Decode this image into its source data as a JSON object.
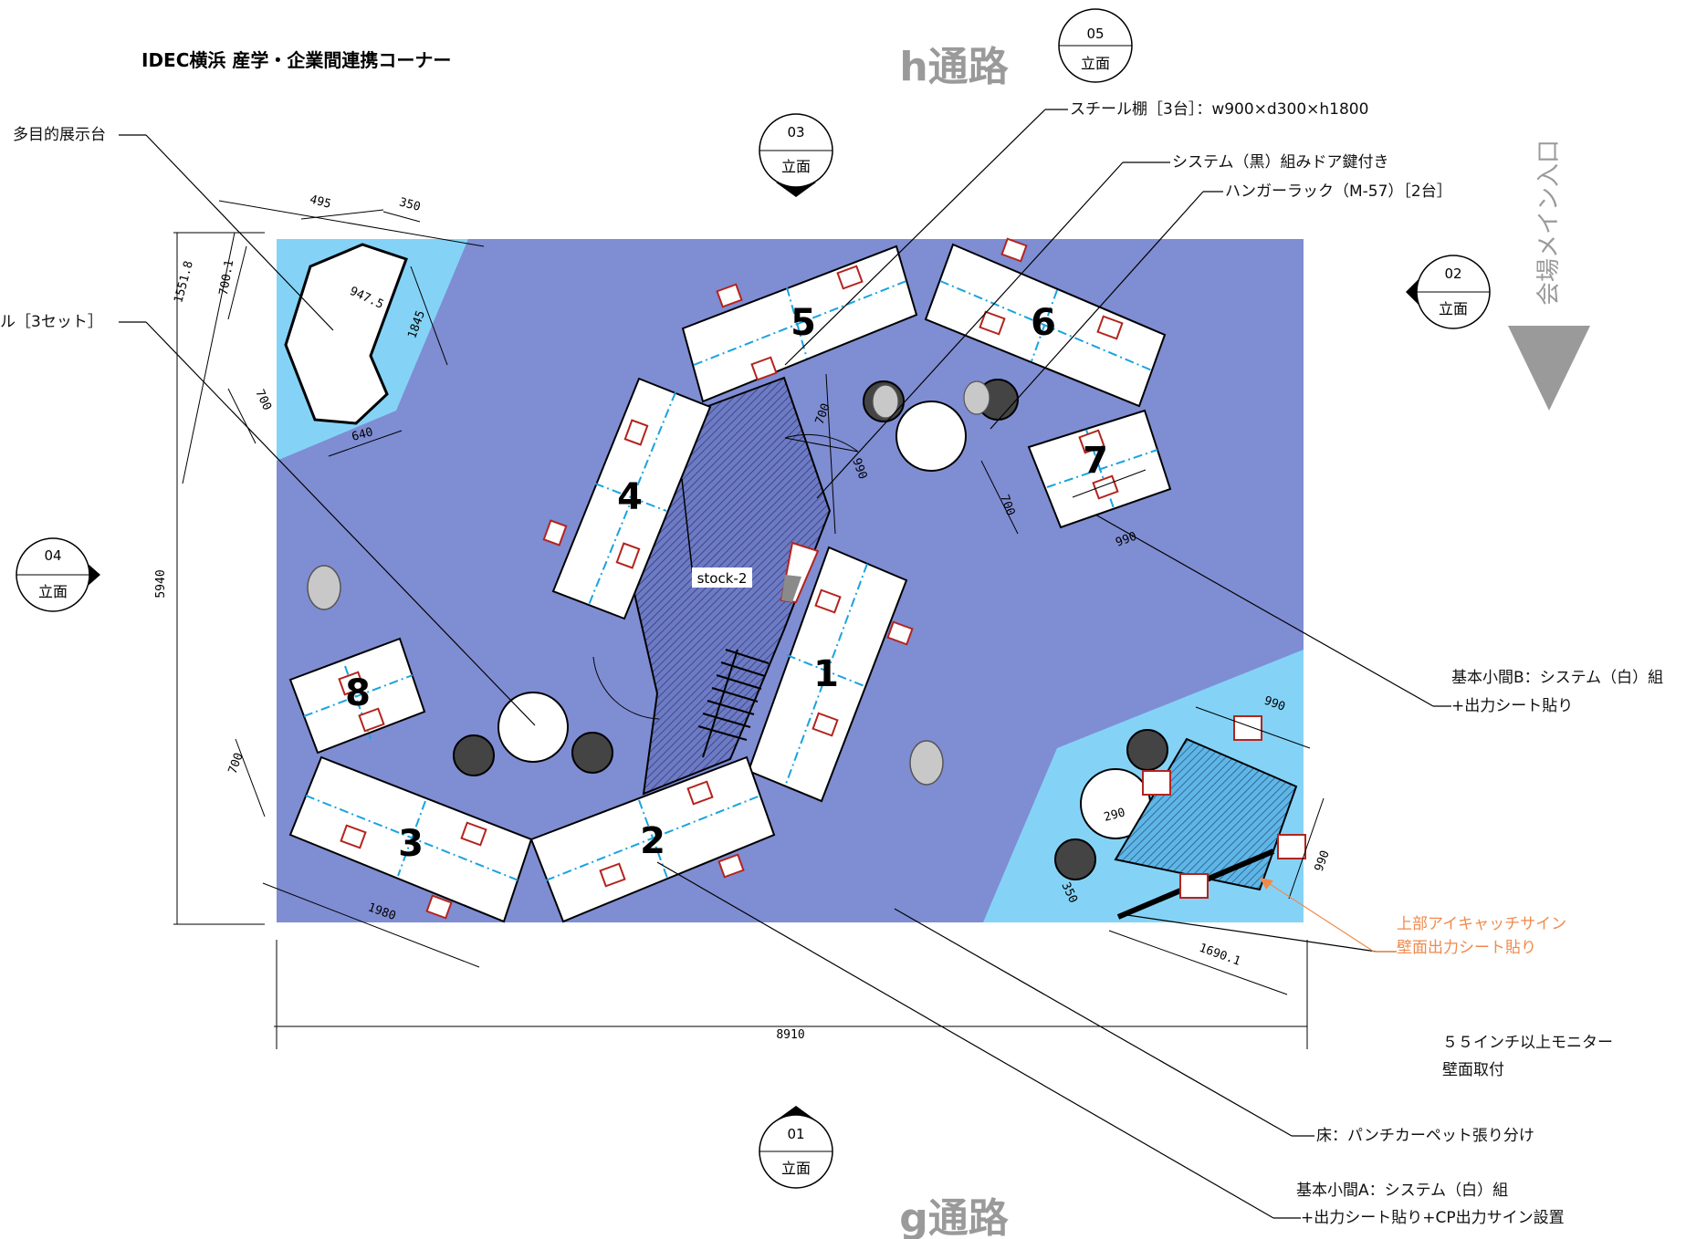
{
  "title": "IDEC横浜 産学・企業間連携コーナー",
  "roads": {
    "top": "h通路",
    "bottom": "g通路"
  },
  "entrance": "会場メイン入口",
  "elevation_markers": [
    {
      "id": "05",
      "label": "立面"
    },
    {
      "id": "03",
      "label": "立面"
    },
    {
      "id": "02",
      "label": "立面"
    },
    {
      "id": "04",
      "label": "立面"
    },
    {
      "id": "01",
      "label": "立面"
    }
  ],
  "booths": [
    "1",
    "2",
    "3",
    "4",
    "5",
    "6",
    "7",
    "8"
  ],
  "stock_label": "stock-2",
  "callouts": {
    "left_top": "多目的展示台",
    "left_mid": "ル［3セット］",
    "steel_shelf": "スチール棚［3台］：w900×d300×h1800",
    "system_black": "システム（黒）組みドア鍵付き",
    "hanger": "ハンガーラック（M-57）［2台］",
    "booth_b_1": "基本小間B：システム（白）組",
    "booth_b_2": "+出力シート貼り",
    "eyecatch_1": "上部アイキャッチサイン",
    "eyecatch_2": "壁面出力シート貼り",
    "monitor_1": "５５インチ以上モニター",
    "monitor_2": "壁面取付",
    "floor": "床：パンチカーペット張り分け",
    "booth_a_1": "基本小間A：システム（白）組",
    "booth_a_2": "+出力シート貼り+CP出力サイン設置"
  },
  "dimensions": {
    "total_width": "8910",
    "total_height": "5940",
    "corner_h": "1551.8",
    "d495": "495",
    "d350": "350",
    "d700_1": "700.1",
    "d947": "947.5",
    "d1845": "1845",
    "d700_a": "700",
    "d640": "640",
    "d700_b": "700",
    "d990_b": "990",
    "d700_c": "700",
    "d990_c": "990",
    "d700_d": "700",
    "d1980": "1980",
    "d990_e": "990",
    "d990_f": "990",
    "d290": "290",
    "d350_b": "350",
    "d1690": "1690.1"
  },
  "colors": {
    "floor": "#7f8dd3",
    "corner": "#84d3f7",
    "booth": "#ffffff",
    "seam": "#1aa3e0",
    "fixture": "#b3241d",
    "eyecatch": "#f08a4b",
    "road_text": "#9a9a9a"
  }
}
